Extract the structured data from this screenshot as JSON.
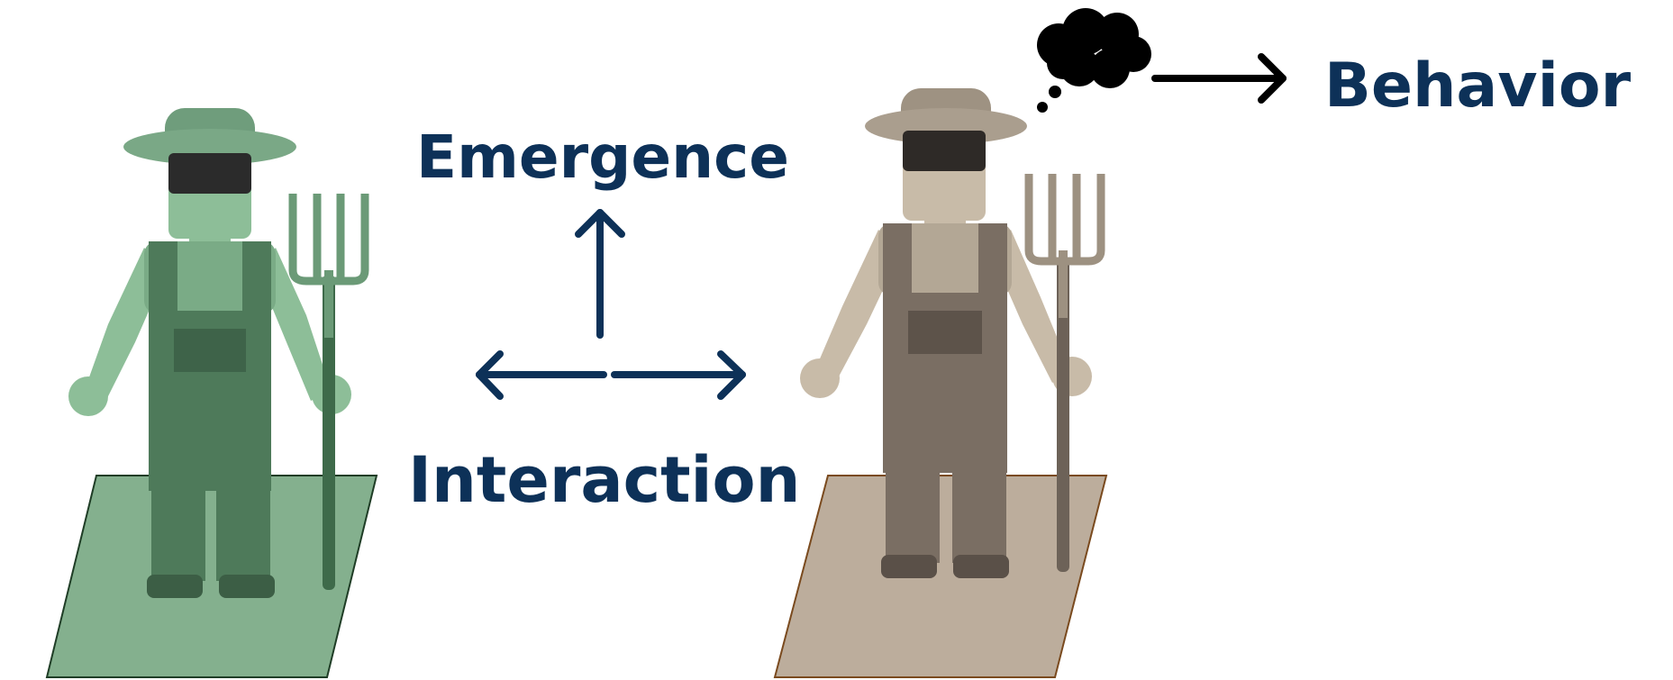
{
  "labels": {
    "emergence": "Emergence",
    "interaction": "Interaction",
    "behavior": "Behavior"
  },
  "agents": [
    {
      "name": "agent-green",
      "theme": "green",
      "plot_color": "#84b08e"
    },
    {
      "name": "agent-brown",
      "theme": "brown",
      "plot_color": "#bcad9c"
    }
  ],
  "colors": {
    "text": "#0d3158",
    "arrow_blue": "#0d3158",
    "arrow_black": "#000000",
    "thought_bubble": "#000000"
  }
}
